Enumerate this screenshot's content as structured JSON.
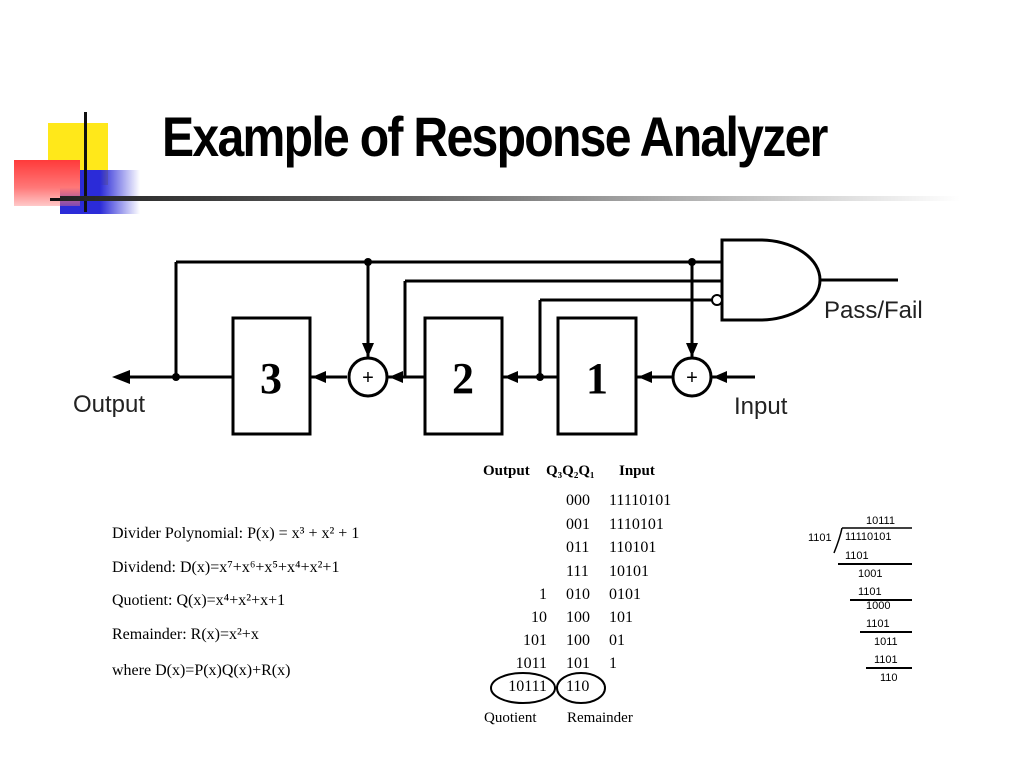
{
  "slide": {
    "title": "Example of Response Analyzer"
  },
  "circuit": {
    "blocks": [
      "3",
      "2",
      "1"
    ],
    "xor_symbol": "+",
    "labels": {
      "output": "Output",
      "input": "Input",
      "pass_fail": "Pass/Fail"
    }
  },
  "polynomials": {
    "divider": "Divider Polynomial: P(x) = x³ + x² + 1",
    "dividend": "Dividend: D(x)=x⁷+x⁶+x⁵+x⁴+x²+1",
    "quotient": "Quotient: Q(x)=x⁴+x²+x+1",
    "remainder": "Remainder: R(x)=x²+x",
    "relation": "where D(x)=P(x)Q(x)+R(x)"
  },
  "state_table": {
    "headers": {
      "output": "Output",
      "q": "Q₃Q₂Q₁",
      "input": "Input"
    },
    "rows": [
      {
        "output": "",
        "q": "000",
        "input": "11110101"
      },
      {
        "output": "",
        "q": "001",
        "input": "1110101"
      },
      {
        "output": "",
        "q": "011",
        "input": "110101"
      },
      {
        "output": "",
        "q": "111",
        "input": "10101"
      },
      {
        "output": "1",
        "q": "010",
        "input": "0101"
      },
      {
        "output": "10",
        "q": "100",
        "input": "101"
      },
      {
        "output": "101",
        "q": "100",
        "input": "01"
      },
      {
        "output": "1011",
        "q": "101",
        "input": "1"
      },
      {
        "output": "10111",
        "q": "110",
        "input": ""
      }
    ],
    "footer": {
      "quotient": "Quotient",
      "remainder": "Remainder"
    }
  },
  "long_division": {
    "quotient": "10111",
    "divisor": "1101",
    "dividend": "11110101",
    "steps": [
      "1101",
      "1001",
      "1101",
      "1000",
      "1101",
      "1011",
      "1101",
      "110"
    ]
  },
  "colors": {
    "yellow": "#ffe81a",
    "red": "#ff3a3a",
    "blue": "#2b2bd8"
  }
}
